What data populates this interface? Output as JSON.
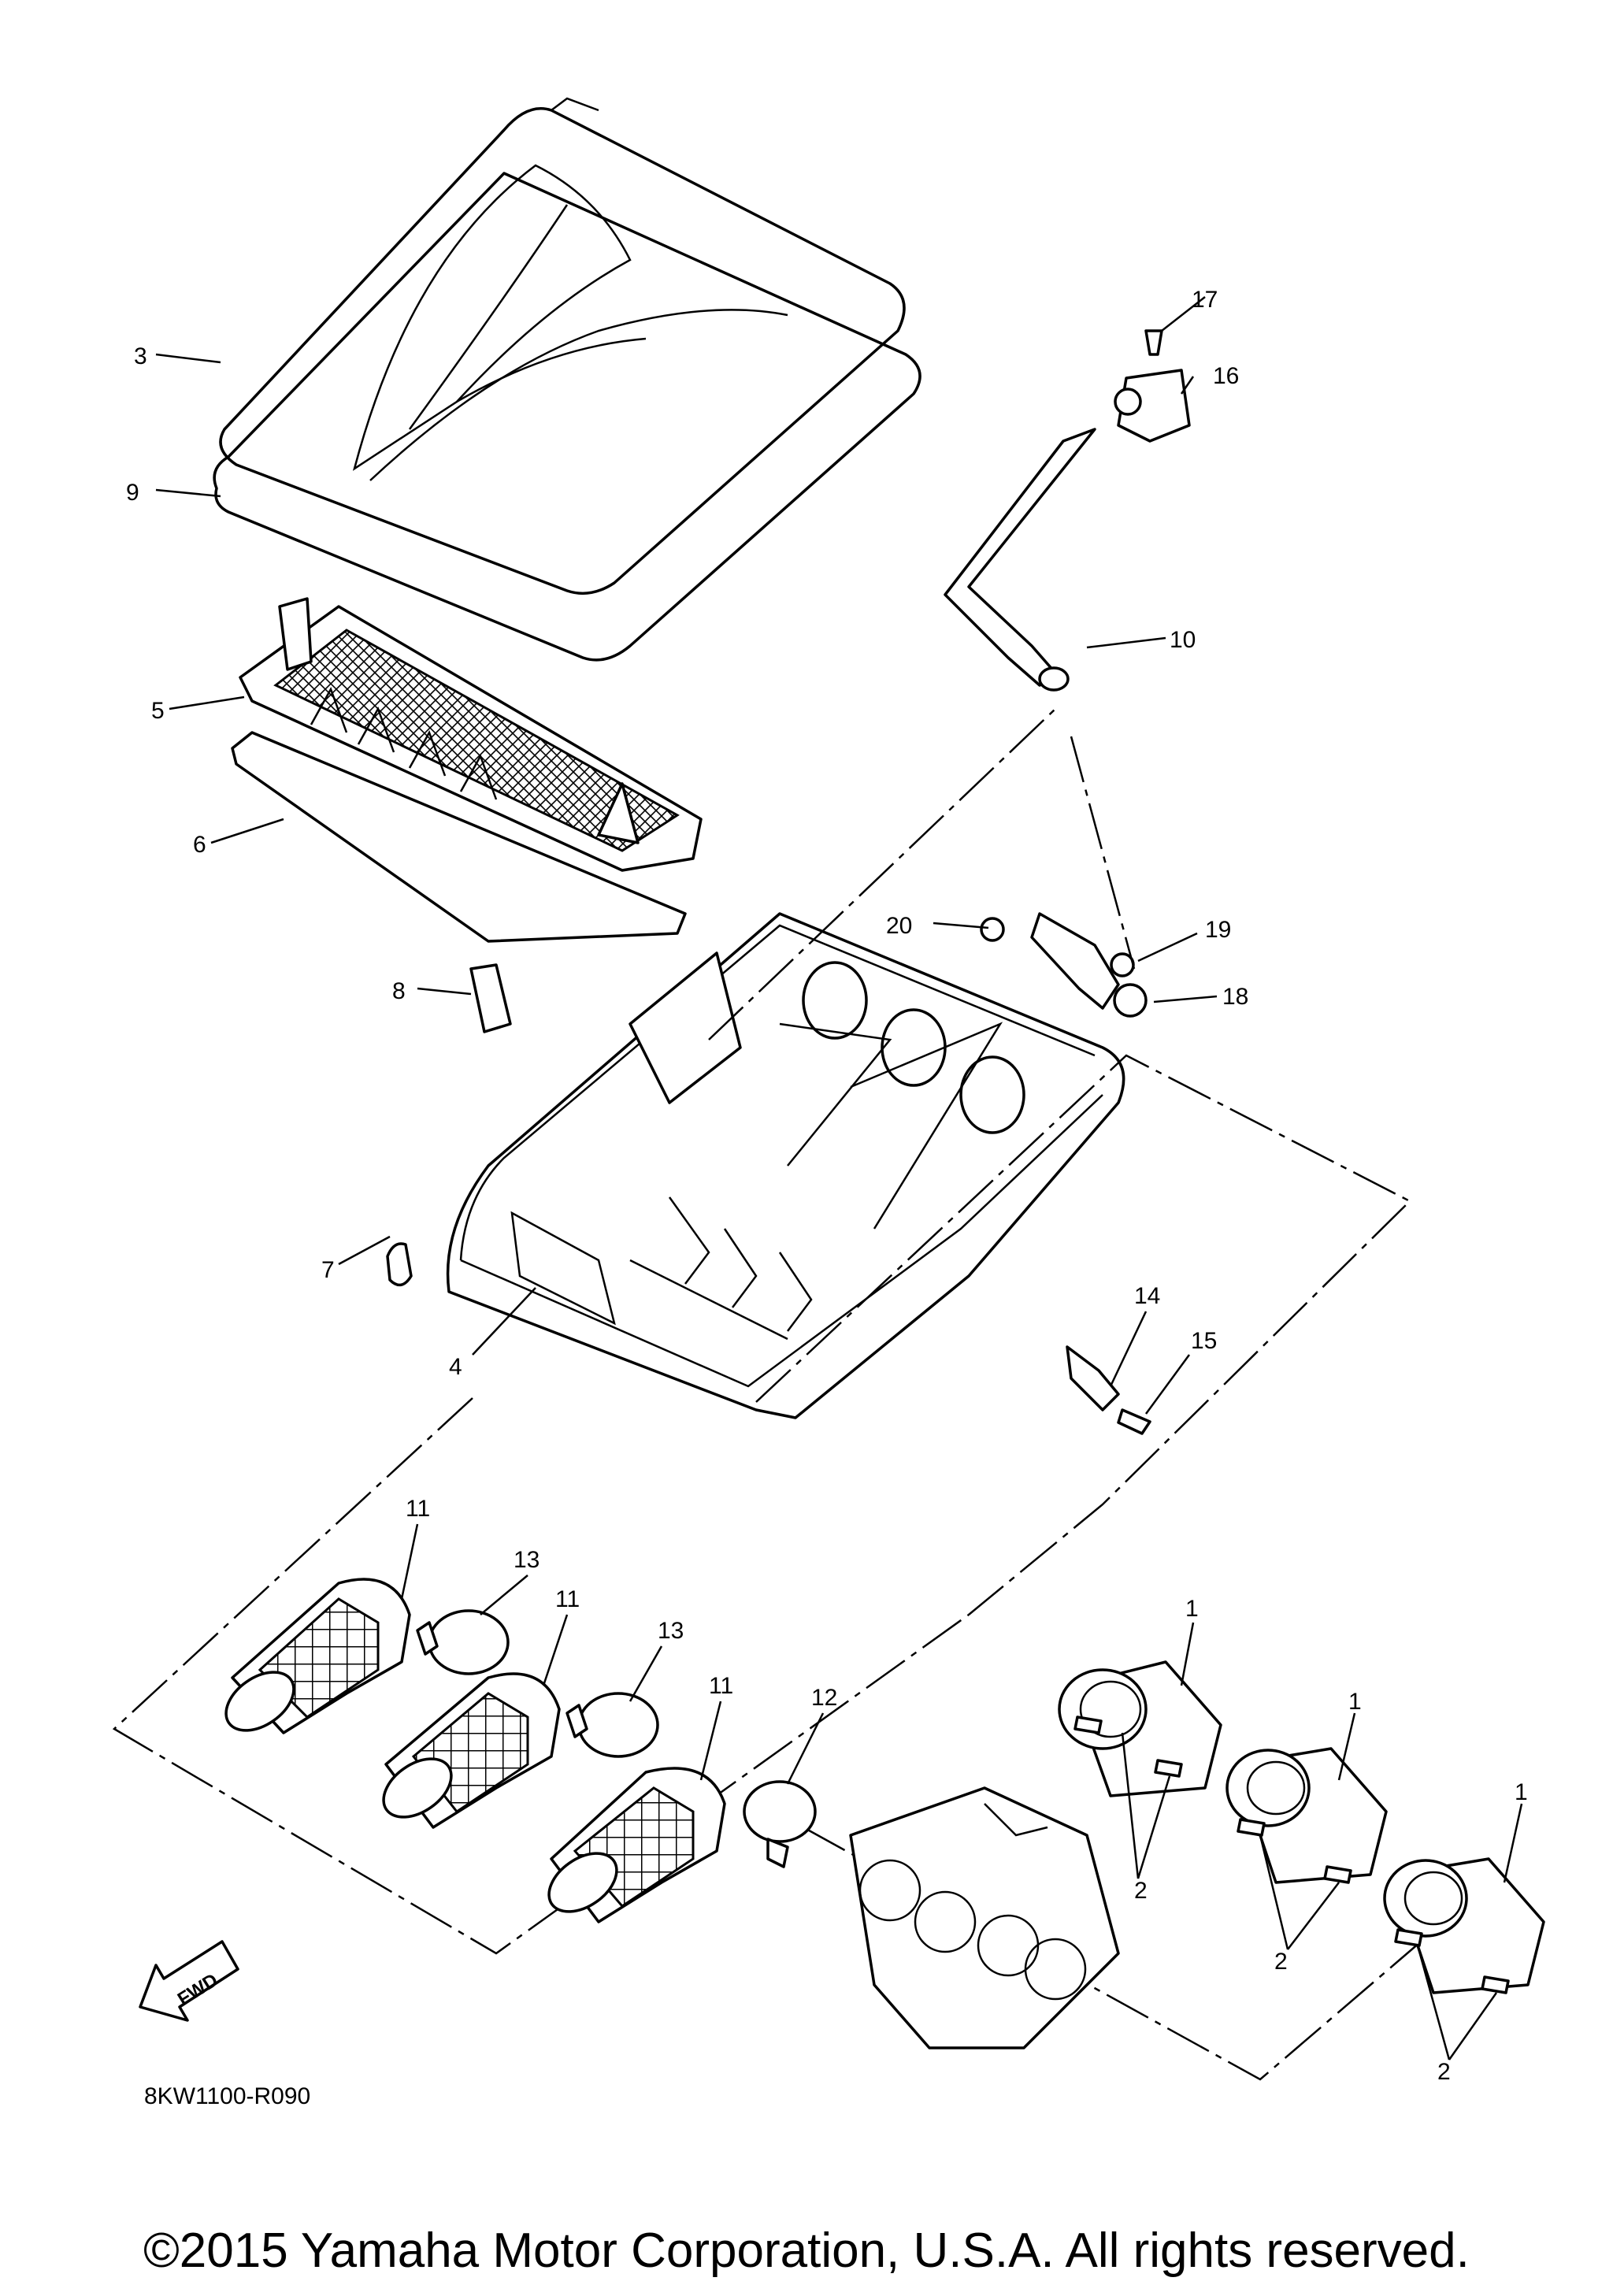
{
  "callouts": [
    {
      "id": "c1a",
      "text": "1"
    },
    {
      "id": "c1b",
      "text": "1"
    },
    {
      "id": "c1c",
      "text": "1"
    },
    {
      "id": "c2a",
      "text": "2"
    },
    {
      "id": "c2b",
      "text": "2"
    },
    {
      "id": "c2c",
      "text": "2"
    },
    {
      "id": "c3",
      "text": "3"
    },
    {
      "id": "c4",
      "text": "4"
    },
    {
      "id": "c5",
      "text": "5"
    },
    {
      "id": "c6",
      "text": "6"
    },
    {
      "id": "c7",
      "text": "7"
    },
    {
      "id": "c8",
      "text": "8"
    },
    {
      "id": "c9",
      "text": "9"
    },
    {
      "id": "c10",
      "text": "10"
    },
    {
      "id": "c11a",
      "text": "11"
    },
    {
      "id": "c11b",
      "text": "11"
    },
    {
      "id": "c11c",
      "text": "11"
    },
    {
      "id": "c12",
      "text": "12"
    },
    {
      "id": "c13a",
      "text": "13"
    },
    {
      "id": "c13b",
      "text": "13"
    },
    {
      "id": "c14",
      "text": "14"
    },
    {
      "id": "c15",
      "text": "15"
    },
    {
      "id": "c16",
      "text": "16"
    },
    {
      "id": "c17",
      "text": "17"
    },
    {
      "id": "c18",
      "text": "18"
    },
    {
      "id": "c19",
      "text": "19"
    },
    {
      "id": "c20",
      "text": "20"
    }
  ],
  "fwd_label": "FWD",
  "drawing_code": "8KW1100-R090",
  "copyright": "©2015 Yamaha Motor Corporation, U.S.A. All rights reserved."
}
